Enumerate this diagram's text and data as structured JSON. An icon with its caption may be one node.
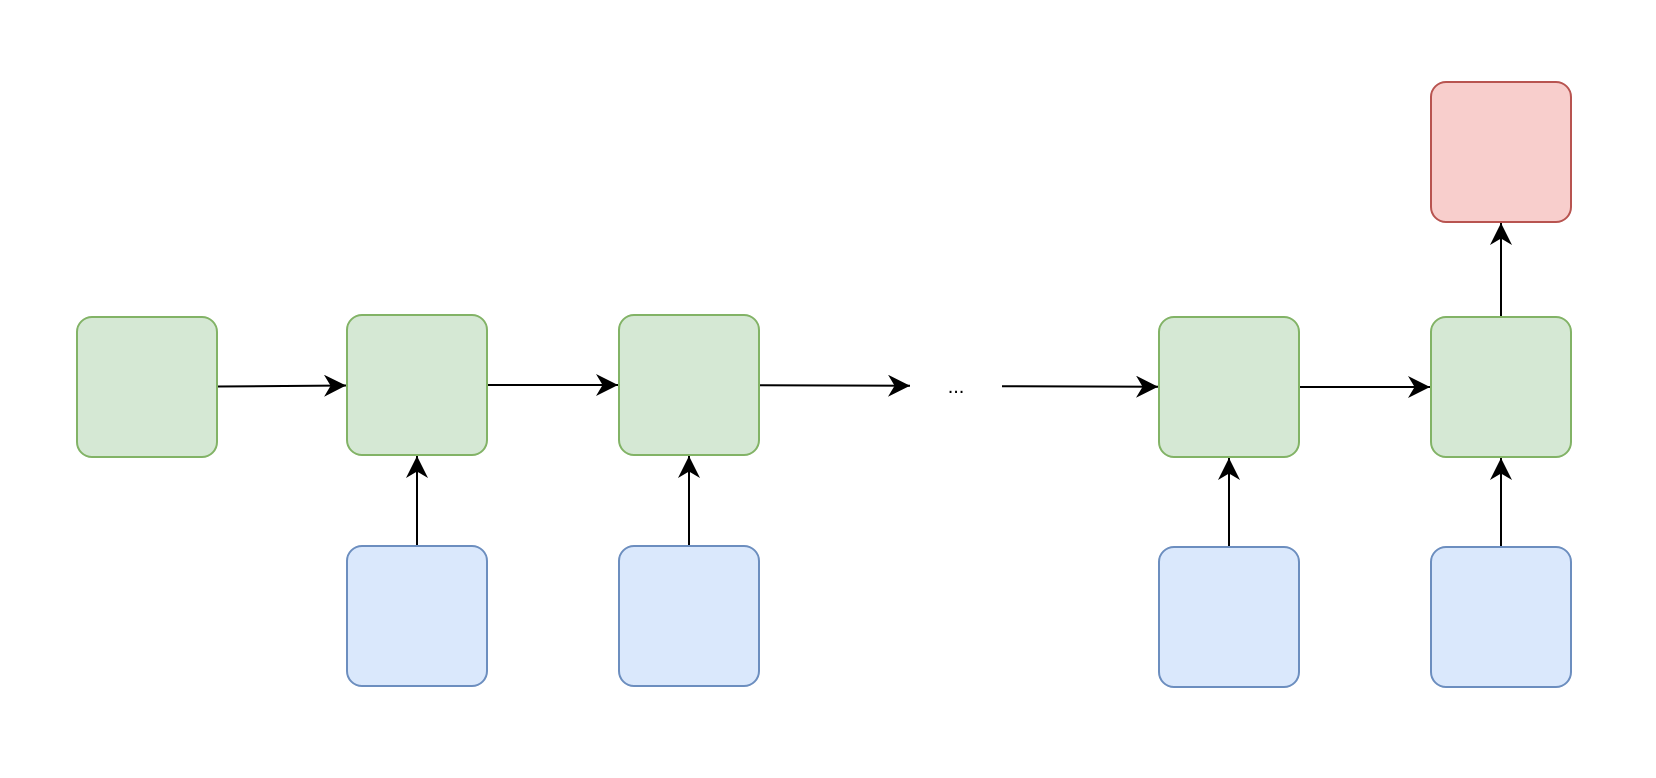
{
  "diagram": {
    "nodes": [
      {
        "text": [],
        "shape": "box"
      },
      {
        "text": [],
        "shape": "box"
      },
      {
        "text": [],
        "shape": "box"
      },
      {
        "text": [
          "..."
        ]
      },
      {
        "text": [],
        "shape": "box"
      },
      {
        "text": [],
        "shape": "box"
      },
      {
        "text": [],
        "shape": "box"
      },
      {
        "text": [],
        "shape": "box"
      },
      {
        "text": [],
        "shape": "box"
      },
      {
        "text": [],
        "shape": "box"
      },
      {
        "text": [],
        "shape": "box"
      }
    ],
    "edges": [
      {
        "from": 0,
        "to": 1,
        "arrow": "to"
      },
      {
        "from": 1,
        "to": 2,
        "arrow": "to"
      },
      {
        "from": 2,
        "to": 3,
        "arrow": "to"
      },
      {
        "from": 3,
        "to": 4,
        "arrow": "to"
      },
      {
        "from": 4,
        "to": 5,
        "arrow": "to"
      },
      {
        "from": 5,
        "to": 6,
        "arrow": "to"
      },
      {
        "from": 7,
        "to": 1,
        "arrow": "to"
      },
      {
        "from": 8,
        "to": 2,
        "arrow": "to"
      },
      {
        "from": 9,
        "to": 4,
        "arrow": "to"
      },
      {
        "from": 10,
        "to": 5,
        "arrow": "to"
      }
    ]
  }
}
